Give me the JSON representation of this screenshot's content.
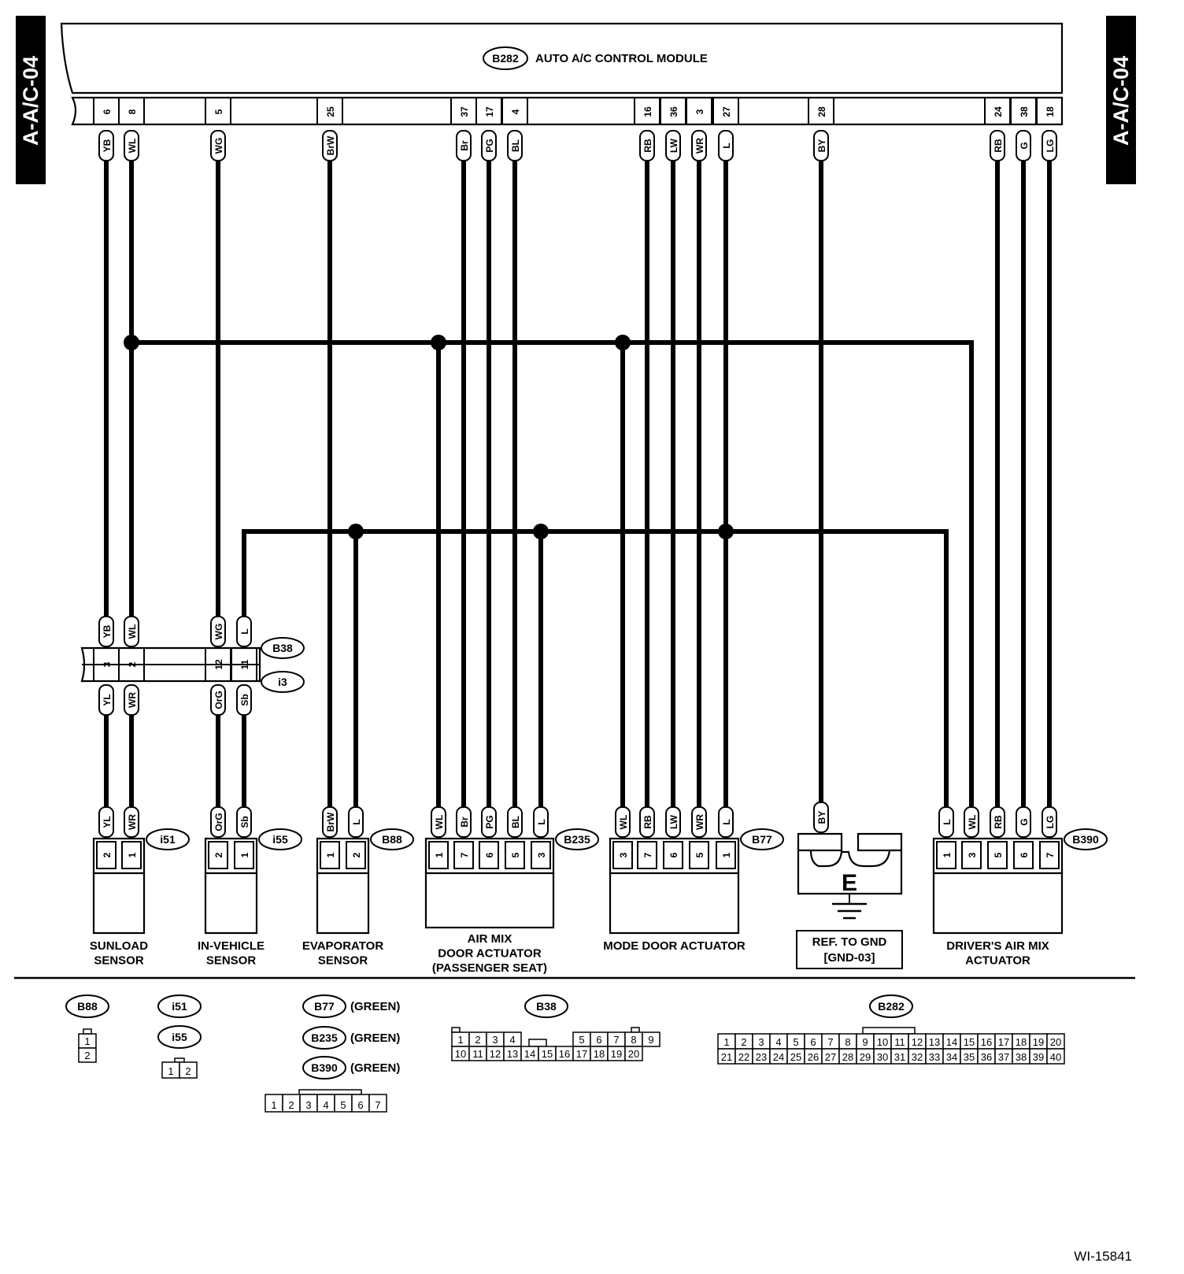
{
  "side_tags": {
    "left": "A-A/C-04",
    "right": "A-A/C-04"
  },
  "module": {
    "connector": "B282",
    "name": "AUTO A/C CONTROL MODULE"
  },
  "module_pins": [
    {
      "pin": "6",
      "color": "YB"
    },
    {
      "pin": "8",
      "color": "WL"
    },
    {
      "pin": "5",
      "color": "WG"
    },
    {
      "pin": "25",
      "color": "BrW"
    },
    {
      "pin": "37",
      "color": "Br"
    },
    {
      "pin": "17",
      "color": "PG"
    },
    {
      "pin": "4",
      "color": "BL"
    },
    {
      "pin": "16",
      "color": "RB"
    },
    {
      "pin": "36",
      "color": "LW"
    },
    {
      "pin": "3",
      "color": "WR"
    },
    {
      "pin": "27",
      "color": "L"
    },
    {
      "pin": "28",
      "color": "BY"
    },
    {
      "pin": "24",
      "color": "RB"
    },
    {
      "pin": "38",
      "color": "G"
    },
    {
      "pin": "18",
      "color": "LG"
    }
  ],
  "joint_connector": {
    "upper_id": "B38",
    "lower_id": "i3",
    "upper_colors": [
      "YB",
      "WL",
      "WG",
      "L"
    ],
    "pins": [
      "3",
      "2",
      "12",
      "11"
    ],
    "lower_colors": [
      "YL",
      "WR",
      "OrG",
      "Sb"
    ]
  },
  "components": [
    {
      "id": "i51",
      "name_lines": [
        "SUNLOAD",
        "SENSOR"
      ],
      "pins": [
        {
          "pin": "2",
          "color": "YL"
        },
        {
          "pin": "1",
          "color": "WR"
        }
      ]
    },
    {
      "id": "i55",
      "name_lines": [
        "IN-VEHICLE",
        "SENSOR"
      ],
      "pins": [
        {
          "pin": "2",
          "color": "OrG"
        },
        {
          "pin": "1",
          "color": "Sb"
        }
      ]
    },
    {
      "id": "B88",
      "name_lines": [
        "EVAPORATOR",
        "SENSOR"
      ],
      "pins": [
        {
          "pin": "1",
          "color": "BrW"
        },
        {
          "pin": "2",
          "color": "L"
        }
      ]
    },
    {
      "id": "B235",
      "name_lines": [
        "AIR MIX",
        "DOOR ACTUATOR",
        "(PASSENGER SEAT)"
      ],
      "pins": [
        {
          "pin": "1",
          "color": "WL"
        },
        {
          "pin": "7",
          "color": "Br"
        },
        {
          "pin": "6",
          "color": "PG"
        },
        {
          "pin": "5",
          "color": "BL"
        },
        {
          "pin": "3",
          "color": "L"
        }
      ]
    },
    {
      "id": "B77",
      "name_lines": [
        "MODE DOOR ACTUATOR"
      ],
      "pins": [
        {
          "pin": "3",
          "color": "WL"
        },
        {
          "pin": "7",
          "color": "RB"
        },
        {
          "pin": "6",
          "color": "LW"
        },
        {
          "pin": "5",
          "color": "WR"
        },
        {
          "pin": "1",
          "color": "L"
        }
      ]
    },
    {
      "id": "B390",
      "name_lines": [
        "DRIVER'S AIR MIX",
        "ACTUATOR"
      ],
      "pins": [
        {
          "pin": "1",
          "color": "L"
        },
        {
          "pin": "3",
          "color": "WL"
        },
        {
          "pin": "5",
          "color": "RB"
        },
        {
          "pin": "6",
          "color": "G"
        },
        {
          "pin": "7",
          "color": "LG"
        }
      ]
    }
  ],
  "ground": {
    "wire_color": "BY",
    "letter": "E",
    "ref_lines": [
      "REF. TO GND",
      "[GND-03]"
    ]
  },
  "legend": {
    "b88": {
      "id": "B88",
      "pins_top": [
        "1"
      ],
      "pins_bottom": [
        "2"
      ]
    },
    "i51_i55": {
      "ids": [
        "i51",
        "i55"
      ],
      "pins": [
        "1",
        "2"
      ]
    },
    "green_group": {
      "ids": [
        "B77",
        "B235",
        "B390"
      ],
      "note": "(GREEN)",
      "pins": [
        "1",
        "2",
        "3",
        "4",
        "5",
        "6",
        "7"
      ]
    },
    "b38": {
      "id": "B38",
      "row1": [
        "1",
        "2",
        "3",
        "4",
        "5",
        "6",
        "7",
        "8",
        "9"
      ],
      "row2": [
        "10",
        "11",
        "12",
        "13",
        "14",
        "15",
        "16",
        "17",
        "18",
        "19",
        "20"
      ]
    },
    "b282": {
      "id": "B282",
      "row1": [
        "1",
        "2",
        "3",
        "4",
        "5",
        "6",
        "7",
        "8",
        "9",
        "10",
        "11",
        "12",
        "13",
        "14",
        "15",
        "16",
        "17",
        "18",
        "19",
        "20"
      ],
      "row2": [
        "21",
        "22",
        "23",
        "24",
        "25",
        "26",
        "27",
        "28",
        "29",
        "30",
        "31",
        "32",
        "33",
        "34",
        "35",
        "36",
        "37",
        "38",
        "39",
        "40"
      ]
    }
  },
  "doc_id": "WI-15841"
}
